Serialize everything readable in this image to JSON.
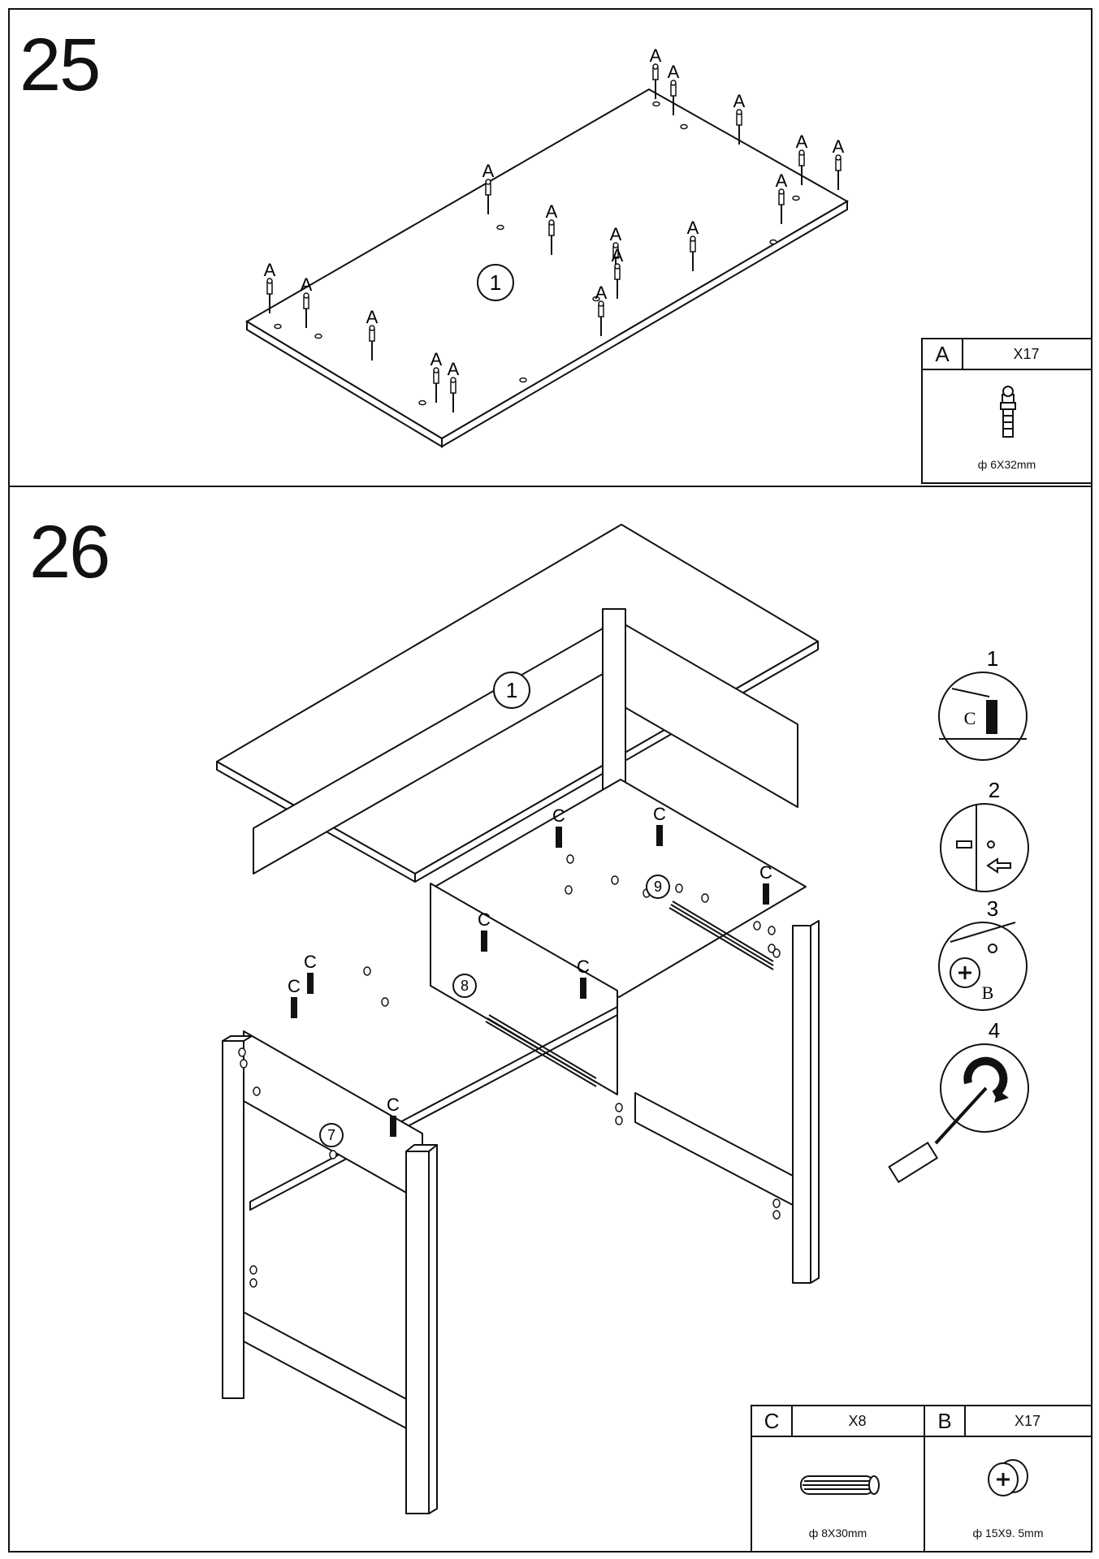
{
  "step25": {
    "number": "25",
    "board_label": "1",
    "pin_letter": "A",
    "parts": [
      {
        "letter": "A",
        "qty": "X17",
        "dimension": "ф 6X32mm"
      }
    ]
  },
  "step26": {
    "number": "26",
    "panel_labels": [
      "1",
      "7",
      "8",
      "9"
    ],
    "dowel_letter": "C",
    "detail_steps": [
      {
        "label": "1",
        "letter": "C"
      },
      {
        "label": "2"
      },
      {
        "label": "3",
        "letter": "B"
      },
      {
        "label": "4"
      }
    ],
    "parts": [
      {
        "letter": "C",
        "qty": "X8",
        "dimension": "ф 8X30mm"
      },
      {
        "letter": "B",
        "qty": "X17",
        "dimension": "ф 15X9. 5mm"
      }
    ]
  }
}
